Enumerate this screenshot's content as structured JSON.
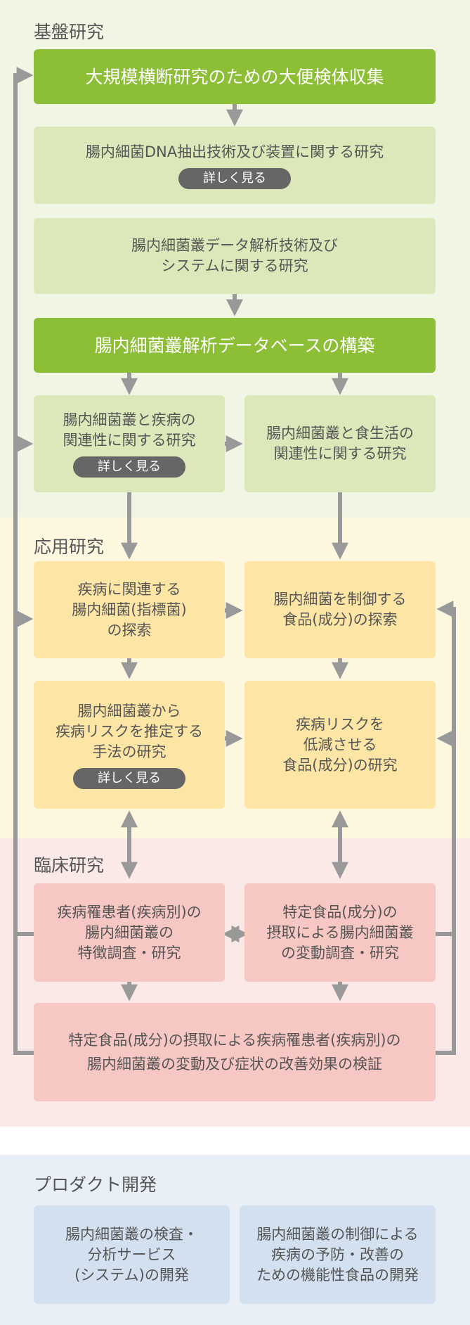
{
  "sections": {
    "basic": "基盤研究",
    "applied": "応用研究",
    "clinical": "臨床研究",
    "product": "プロダクト開発"
  },
  "more_label": "詳しく見る",
  "boxes": {
    "b1": "大規模横断研究のための大便検体収集",
    "b2": "腸内細菌DNA抽出技術及び装置に関する研究",
    "b3": [
      "腸内細菌叢データ解析技術及び",
      "システムに関する研究"
    ],
    "b4": "腸内細菌叢解析データベースの構築",
    "b5": [
      "腸内細菌叢と疾病の",
      "関連性に関する研究"
    ],
    "b6": [
      "腸内細菌叢と食生活の",
      "関連性に関する研究"
    ],
    "b7": [
      "疾病に関連する",
      "腸内細菌(指標菌)",
      "の探索"
    ],
    "b8": [
      "腸内細菌を制御する",
      "食品(成分)の探索"
    ],
    "b9": [
      "腸内細菌叢から",
      "疾病リスクを推定する",
      "手法の研究"
    ],
    "b10": [
      "疾病リスクを",
      "低減させる",
      "食品(成分)の研究"
    ],
    "b11": [
      "疾病罹患者(疾病別)の",
      "腸内細菌叢の",
      "特徴調査・研究"
    ],
    "b12": [
      "特定食品(成分)の",
      "摂取による腸内細菌叢",
      "の変動調査・研究"
    ],
    "b13": [
      "特定食品(成分)の摂取による疾病罹患者(疾病別)の",
      "腸内細菌叢の変動及び症状の改善効果の検証"
    ],
    "b14": [
      "腸内細菌叢の検査・",
      "分析サービス",
      "(システム)の開発"
    ],
    "b15": [
      "腸内細菌叢の制御による",
      "疾病の予防・改善の",
      "ための機能性食品の開発"
    ]
  },
  "colors": {
    "basic_bg": "#f1f5e3",
    "applied_bg": "#fef7e0",
    "clinical_bg": "#fbe9e7",
    "product_bg": "#e9eff7",
    "accent_green": "#8cbf36",
    "arrow": "#999999"
  }
}
